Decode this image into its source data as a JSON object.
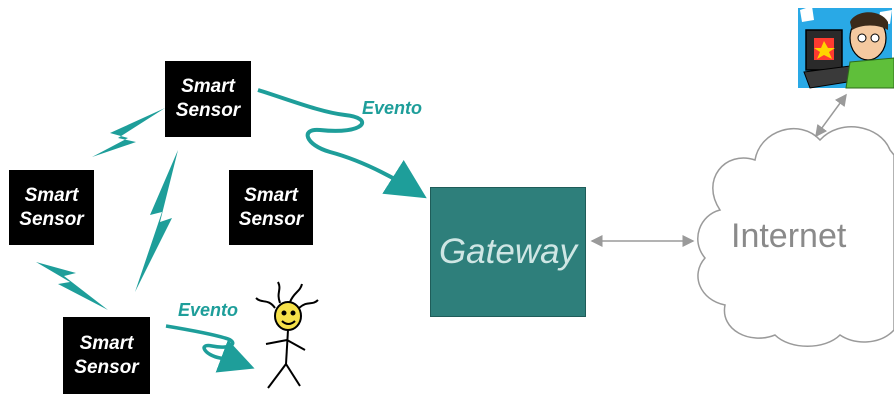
{
  "sensors": [
    {
      "line1": "Smart",
      "line2": "Sensor"
    },
    {
      "line1": "Smart",
      "line2": "Sensor"
    },
    {
      "line1": "Smart",
      "line2": "Sensor"
    },
    {
      "line1": "Smart",
      "line2": "Sensor"
    }
  ],
  "gateway": {
    "label": "Gateway"
  },
  "internet": {
    "label": "Internet"
  },
  "events": [
    {
      "label": "Evento"
    },
    {
      "label": "Evento"
    }
  ],
  "colors": {
    "accent": "#1e9e9a",
    "gateway": "#2e7f7b",
    "sensor": "#000000",
    "internet_text": "#8a8a8a"
  }
}
